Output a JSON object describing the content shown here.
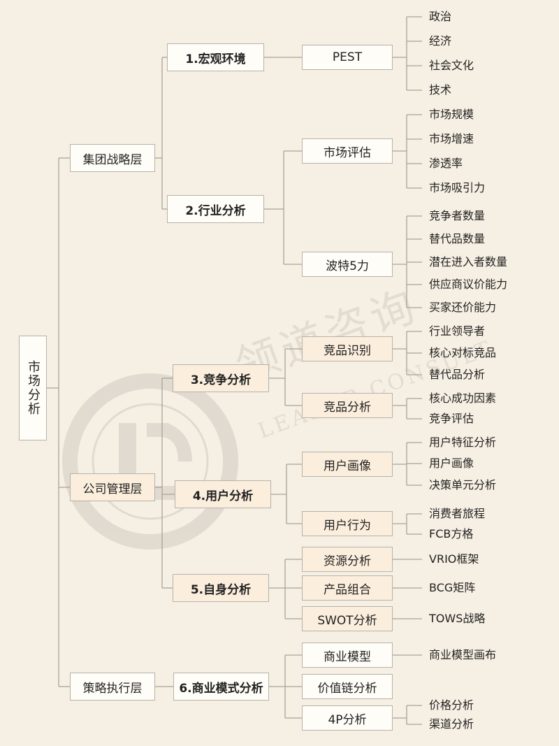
{
  "root": "市场分析",
  "level1": {
    "group": "集团战略层",
    "company": "公司管理层",
    "execution": "策略执行层"
  },
  "level2": {
    "macro": "1.宏观环境",
    "industry": "2.行业分析",
    "competition": "3.竞争分析",
    "user": "4.用户分析",
    "self": "5.自身分析",
    "business_model": "6.商业模式分析"
  },
  "level3": {
    "pest": "PEST",
    "market_eval": "市场评估",
    "porter5": "波特5力",
    "comp_identify": "竞品识别",
    "comp_analysis": "竞品分析",
    "user_persona": "用户画像",
    "user_behavior": "用户行为",
    "resource_analysis": "资源分析",
    "product_portfolio": "产品组合",
    "swot": "SWOT分析",
    "business_model": "商业模型",
    "value_chain": "价值链分析",
    "four_p": "4P分析"
  },
  "leaves": {
    "pest": [
      "政治",
      "经济",
      "社会文化",
      "技术"
    ],
    "market_eval": [
      "市场规模",
      "市场增速",
      "渗透率",
      "市场吸引力"
    ],
    "porter5": [
      "竞争者数量",
      "替代品数量",
      "潜在进入者数量",
      "供应商议价能力",
      "买家还价能力"
    ],
    "comp_identify": [
      "行业领导者",
      "核心对标竞品",
      "替代品分析"
    ],
    "comp_analysis": [
      "核心成功因素",
      "竞争评估"
    ],
    "user_persona": [
      "用户特征分析",
      "用户画像",
      "决策单元分析"
    ],
    "user_behavior": [
      "消费者旅程",
      "FCB方格"
    ],
    "resource_analysis": [
      "VRIO框架"
    ],
    "product_portfolio": [
      "BCG矩阵"
    ],
    "swot": [
      "TOWS战略"
    ],
    "business_model": [
      "商业模型画布"
    ],
    "four_p": [
      "价格分析",
      "渠道分析"
    ]
  },
  "watermark": {
    "brand_cn": "领道咨询",
    "brand_en": "LEADER CONSULT"
  },
  "colors": {
    "background": "#f6efe3",
    "node_fill": "#fffdf8",
    "node_tan": "#fbeedd",
    "border": "#b8b2a8",
    "line": "#a8a29a"
  }
}
